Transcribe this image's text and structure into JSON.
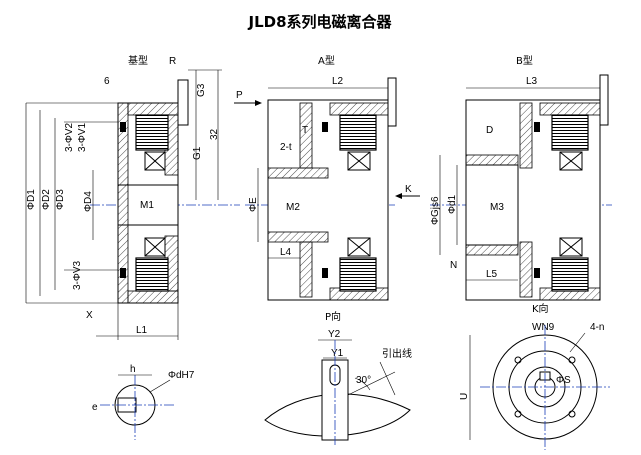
{
  "title": "JLD8系列电磁离合器",
  "views": {
    "base": "基型",
    "a": "A型",
    "b": "B型",
    "p_view": "P向",
    "k_view": "K向"
  },
  "labels": {
    "six": "6",
    "R": "R",
    "G3": "G3",
    "G1": "G1",
    "v32": "32",
    "L1": "L1",
    "L2": "L2",
    "L3": "L3",
    "L4": "L4",
    "L5": "L5",
    "P": "P",
    "K": "K",
    "X": "X",
    "N": "N",
    "T": "T",
    "D": "D",
    "M1": "M1",
    "M2": "M2",
    "M3": "M3",
    "D1": "ΦD1",
    "D2": "ΦD2",
    "D3": "ΦD3",
    "D4": "ΦD4",
    "E": "ΦE",
    "G": "ΦGjs6",
    "d1": "Φd1",
    "V2": "3-ΦV2",
    "V1": "3-ΦV1",
    "V3": "3-ΦV3",
    "twoT": "2-t",
    "dH7": "ΦdH7",
    "h": "h",
    "e": "e",
    "Y2": "Y2",
    "Y1": "Y1",
    "deg30": "30°",
    "lead": "引出线",
    "WN9": "WN9",
    "n4": "4-n",
    "phiS": "ΦS",
    "U": "U"
  }
}
